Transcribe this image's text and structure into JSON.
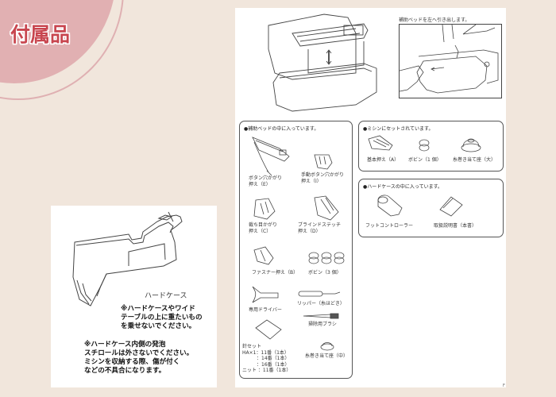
{
  "header": {
    "title": "付属品",
    "accent_color": "#c8464f",
    "circle_color": "#e1b0b2",
    "background_color": "#f1e6dc"
  },
  "hard_case_card": {
    "illustration": "hard-case-illustration",
    "label": "ハードケース",
    "note1": "※ハードケースやワイド\nテーブルの上に重たいもの\nを乗せないでください。",
    "note2": "※ハードケース内側の発泡\nスチロールは外さないでください。\nミシンを収納する際、傷が付く\nなどの不具合になります。"
  },
  "manual_page": {
    "top_left_illustration": "accessory-bed-open-illustration",
    "top_right_caption": "補助ベッドを左へ引き出します。",
    "top_right_illustration": "pull-out-bed-illustration",
    "boxes": [
      {
        "title": "●補助ベッドの中に入っています。",
        "items": [
          {
            "label": "ボタン穴かがり\n押え（E）",
            "icon": "buttonhole-foot-icon"
          },
          {
            "label": "手動ボタン穴かがり\n押え（I）",
            "icon": "manual-buttonhole-foot-icon"
          },
          {
            "label": "裁ち目かがり\n押え（C）",
            "icon": "overcast-foot-icon"
          },
          {
            "label": "ブラインドステッチ\n押え（D）",
            "icon": "blind-stitch-foot-icon"
          },
          {
            "label": "ファスナー押え（B）",
            "icon": "zipper-foot-icon"
          },
          {
            "label": "ボビン（3 個）",
            "icon": "bobbins-icon"
          },
          {
            "label": "専用ドライバー",
            "icon": "screwdriver-icon"
          },
          {
            "label": "リッパー（糸ほどき）",
            "icon": "seam-ripper-icon"
          },
          {
            "label": "掃除用ブラシ",
            "icon": "cleaning-brush-icon"
          },
          {
            "label": "針セット\nHA×1：11番（1本）\n　　　：14番（1本）\n　　　：16番（1本）\nニット ：11番（1本）",
            "icon": "needle-set-icon"
          },
          {
            "label": "糸巻き当て座（中）",
            "icon": "spool-cap-medium-icon"
          }
        ]
      },
      {
        "title": "●ミシンにセットされています。",
        "items": [
          {
            "label": "基本押え（A）",
            "icon": "standard-foot-icon"
          },
          {
            "label": "ボビン（1 個）",
            "icon": "bobbin-icon"
          },
          {
            "label": "糸巻き当て座（大）",
            "icon": "spool-cap-large-icon"
          }
        ]
      },
      {
        "title": "●ハードケースの中に入っています。",
        "items": [
          {
            "label": "フットコントローラー",
            "icon": "foot-controller-icon"
          },
          {
            "label": "取扱説明書（本書）",
            "icon": "instruction-manual-icon"
          }
        ]
      }
    ],
    "page_marker": "F"
  }
}
